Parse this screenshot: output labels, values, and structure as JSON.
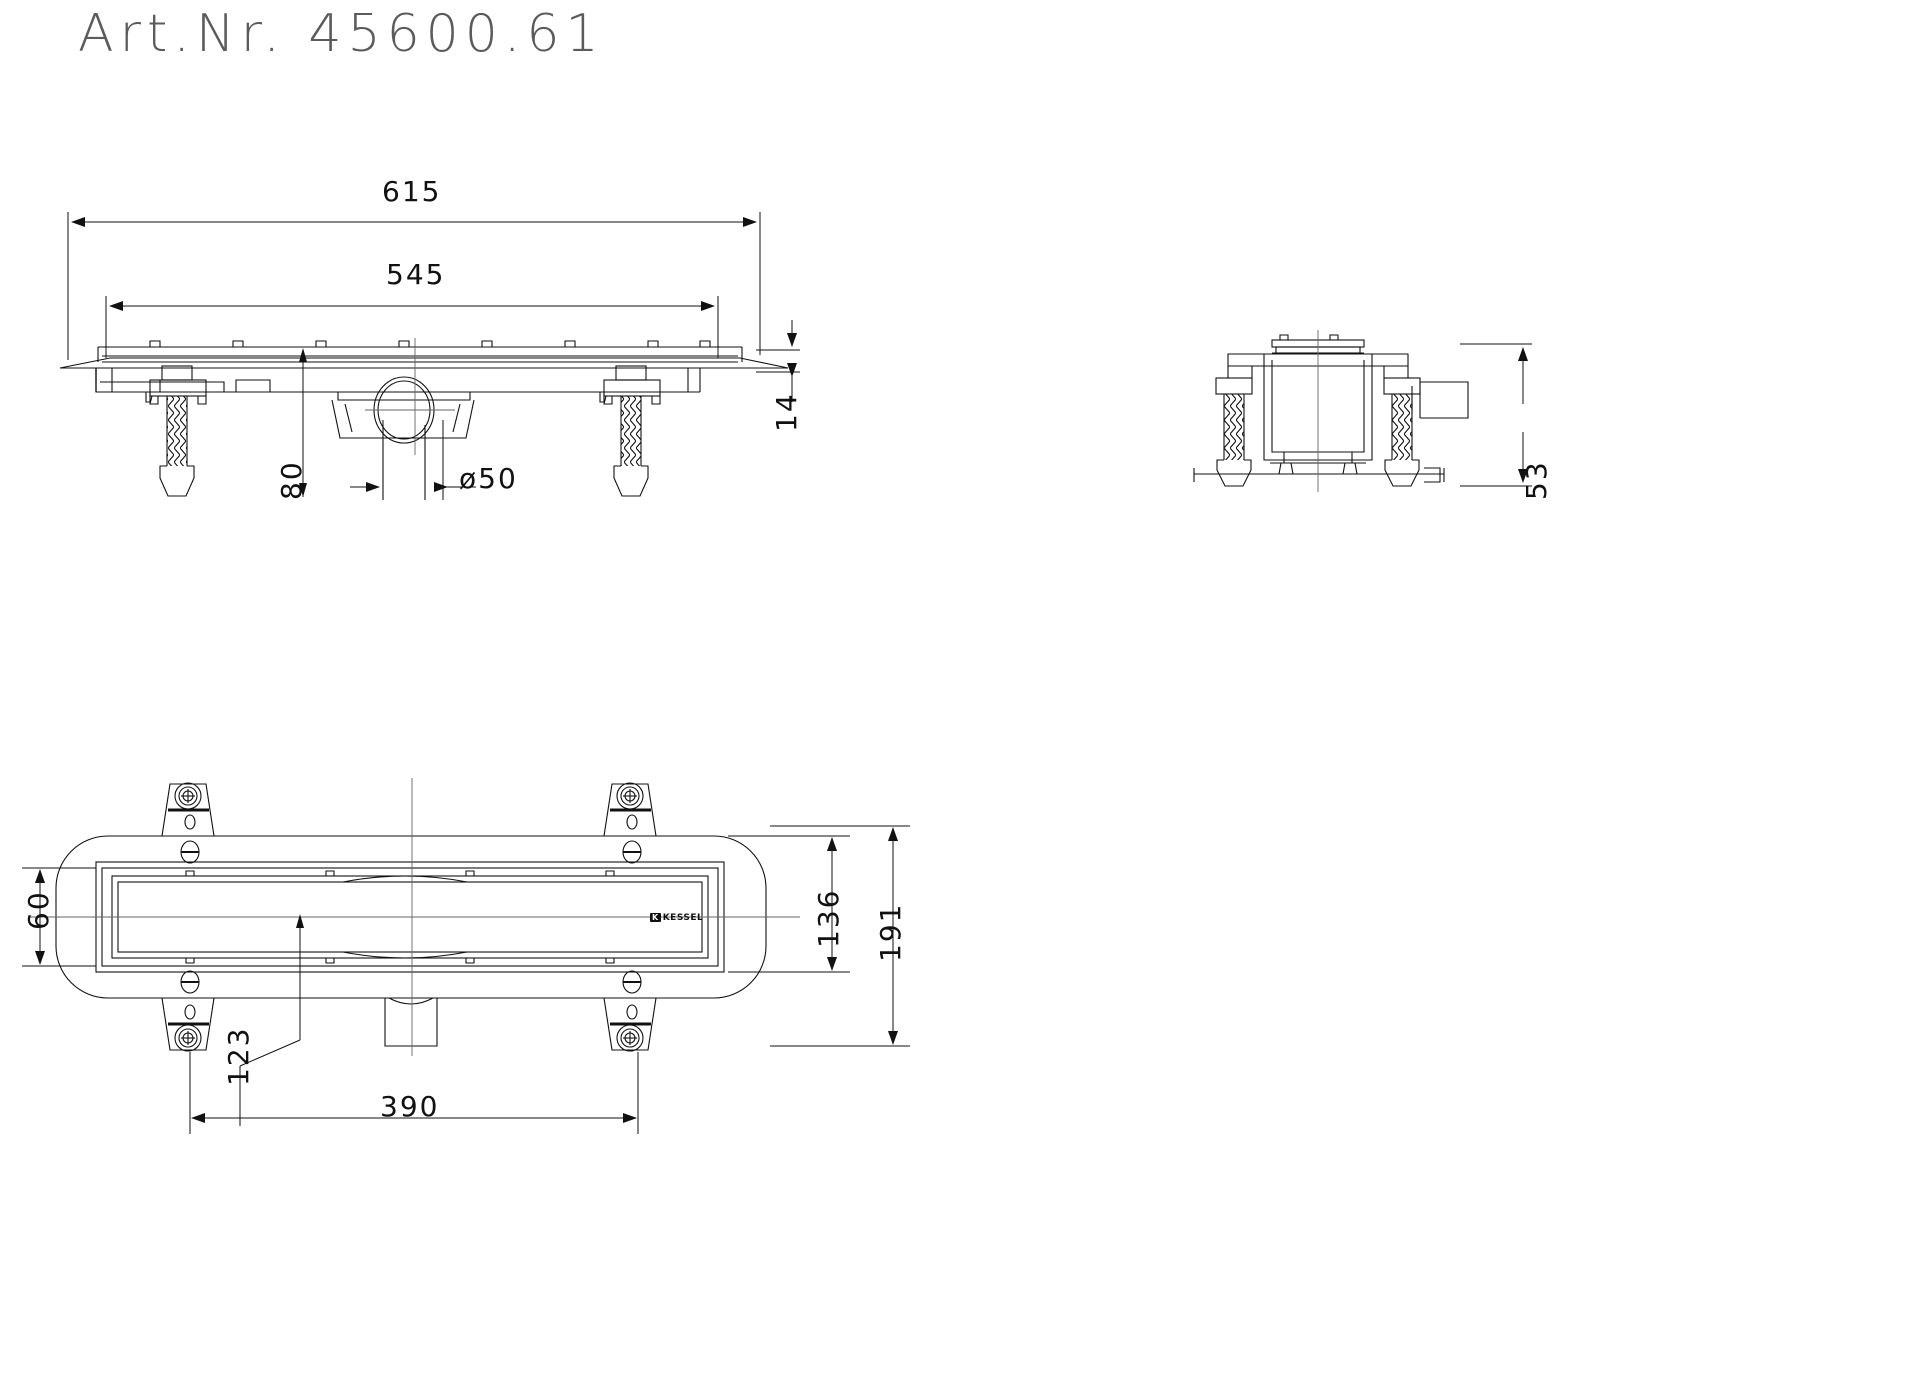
{
  "drawing": {
    "title": "Art.Nr.  45600.61",
    "brand": "KESSEL",
    "brand_mark": "K",
    "line_color": "#111111",
    "title_color": "#5b5b5b",
    "background": "#ffffff"
  },
  "views": [
    {
      "name": "front-elevation",
      "label": ""
    },
    {
      "name": "side-elevation",
      "label": ""
    },
    {
      "name": "plan-view",
      "label": ""
    }
  ],
  "dimensions": {
    "front": {
      "overall_length": "615",
      "grate_length": "545",
      "grate_thickness": "14",
      "body_depth": "80",
      "outlet_diameter": "ø50"
    },
    "side": {
      "height": "53"
    },
    "plan": {
      "flange_width": "60",
      "body_width": "136",
      "overall_width": "191",
      "outlet_offset": "123",
      "outlet_position": "390"
    }
  }
}
